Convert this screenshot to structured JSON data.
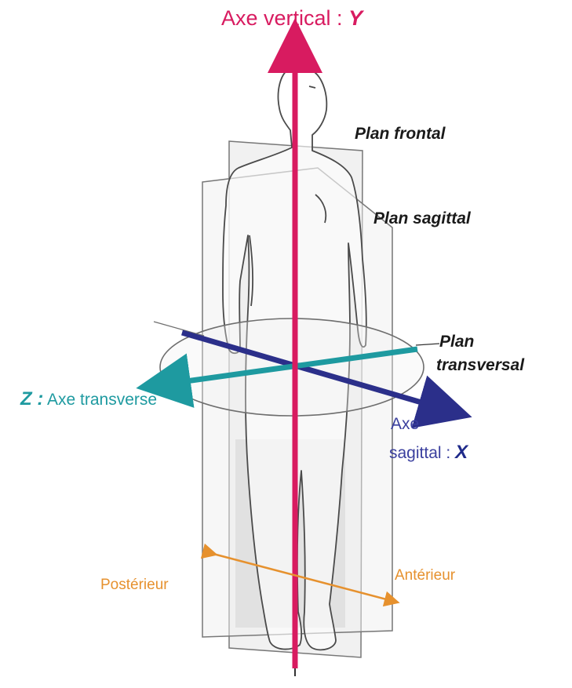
{
  "axes": {
    "vertical": {
      "label": "Axe vertical :",
      "symbol": "Y",
      "color": "#d81b60"
    },
    "transverse": {
      "symbol": "Z :",
      "label": "Axe transverse",
      "color": "#1e9aa0"
    },
    "sagittal": {
      "label_line1": "Axe",
      "label_line2": "sagittal :",
      "symbol": "X",
      "color": "#3a3f9e"
    }
  },
  "planes": {
    "frontal": "Plan frontal",
    "sagittal": "Plan sagittal",
    "transversal_line1": "Plan",
    "transversal_line2": "transversal"
  },
  "directions": {
    "posterior": "Postérieur",
    "anterior": "Antérieur",
    "color": "#e6912e"
  },
  "figure": {
    "icon": "human-body-outline"
  }
}
